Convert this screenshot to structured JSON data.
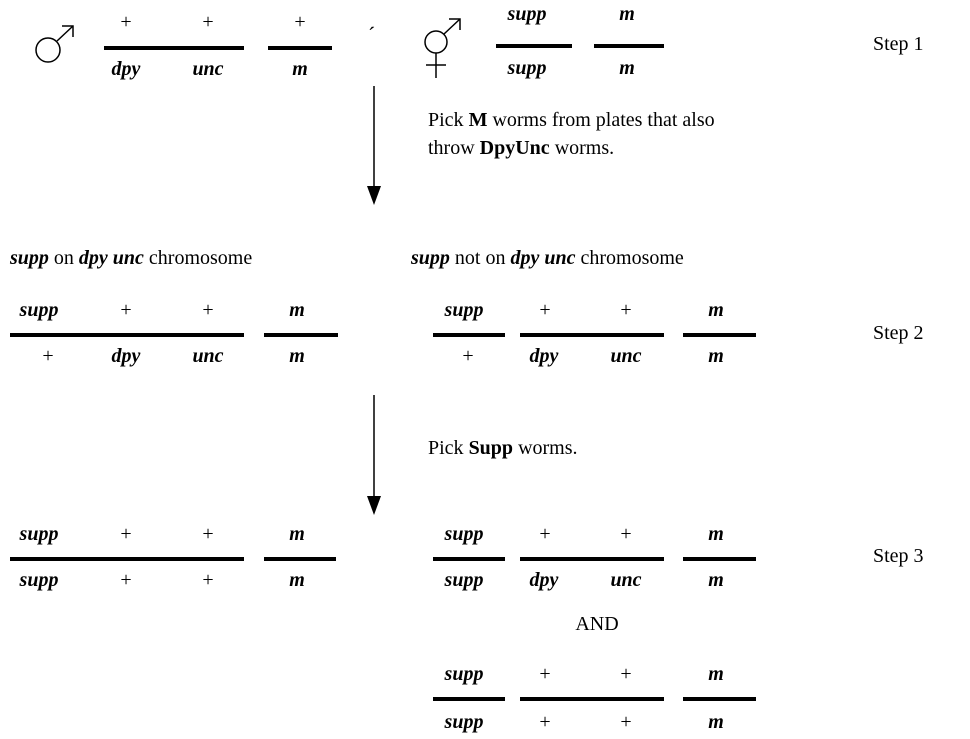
{
  "step1": {
    "male": {
      "top": [
        "+",
        "+",
        "+"
      ],
      "bottom": [
        "dpy",
        "unc",
        "m"
      ]
    },
    "cross_mark": "´",
    "herm": {
      "top": [
        "supp",
        "m"
      ],
      "bottom": [
        "supp",
        "m"
      ]
    },
    "label": "Step 1"
  },
  "instruction1": {
    "line1": {
      "pre": "Pick ",
      "bold": "M",
      "post": " worms from plates that also"
    },
    "line2": {
      "pre": "throw ",
      "bold": "DpyUnc",
      "post": " worms."
    }
  },
  "case_left": {
    "heading": {
      "s1": "supp",
      "s2": " on ",
      "s3": "dpy unc",
      "s4": " chromosome"
    }
  },
  "case_right": {
    "heading": {
      "s1": "supp",
      "s2": " not on ",
      "s3": "dpy unc",
      "s4": " chromosome"
    }
  },
  "step2": {
    "left": {
      "top": [
        "supp",
        "+",
        "+",
        "m"
      ],
      "bottom": [
        "+",
        "dpy",
        "unc",
        "m"
      ]
    },
    "right": {
      "top": [
        "supp",
        "+",
        "+",
        "m"
      ],
      "bottom": [
        "+",
        "dpy",
        "unc",
        "m"
      ]
    },
    "label": "Step 2"
  },
  "instruction2": {
    "pre": "Pick ",
    "bold": "Supp",
    "post": " worms."
  },
  "step3": {
    "left": {
      "top": [
        "supp",
        "+",
        "+",
        "m"
      ],
      "bottom": [
        "supp",
        "+",
        "+",
        "m"
      ]
    },
    "right_a": {
      "top": [
        "supp",
        "+",
        "+",
        "m"
      ],
      "bottom": [
        "supp",
        "dpy",
        "unc",
        "m"
      ]
    },
    "and_label": "AND",
    "right_b": {
      "top": [
        "supp",
        "+",
        "+",
        "m"
      ],
      "bottom": [
        "supp",
        "+",
        "+",
        "m"
      ]
    },
    "label": "Step 3"
  },
  "symbols": {
    "male": "male-symbol",
    "hermaphrodite": "hermaphrodite-symbol",
    "arrow": "down-arrow"
  }
}
